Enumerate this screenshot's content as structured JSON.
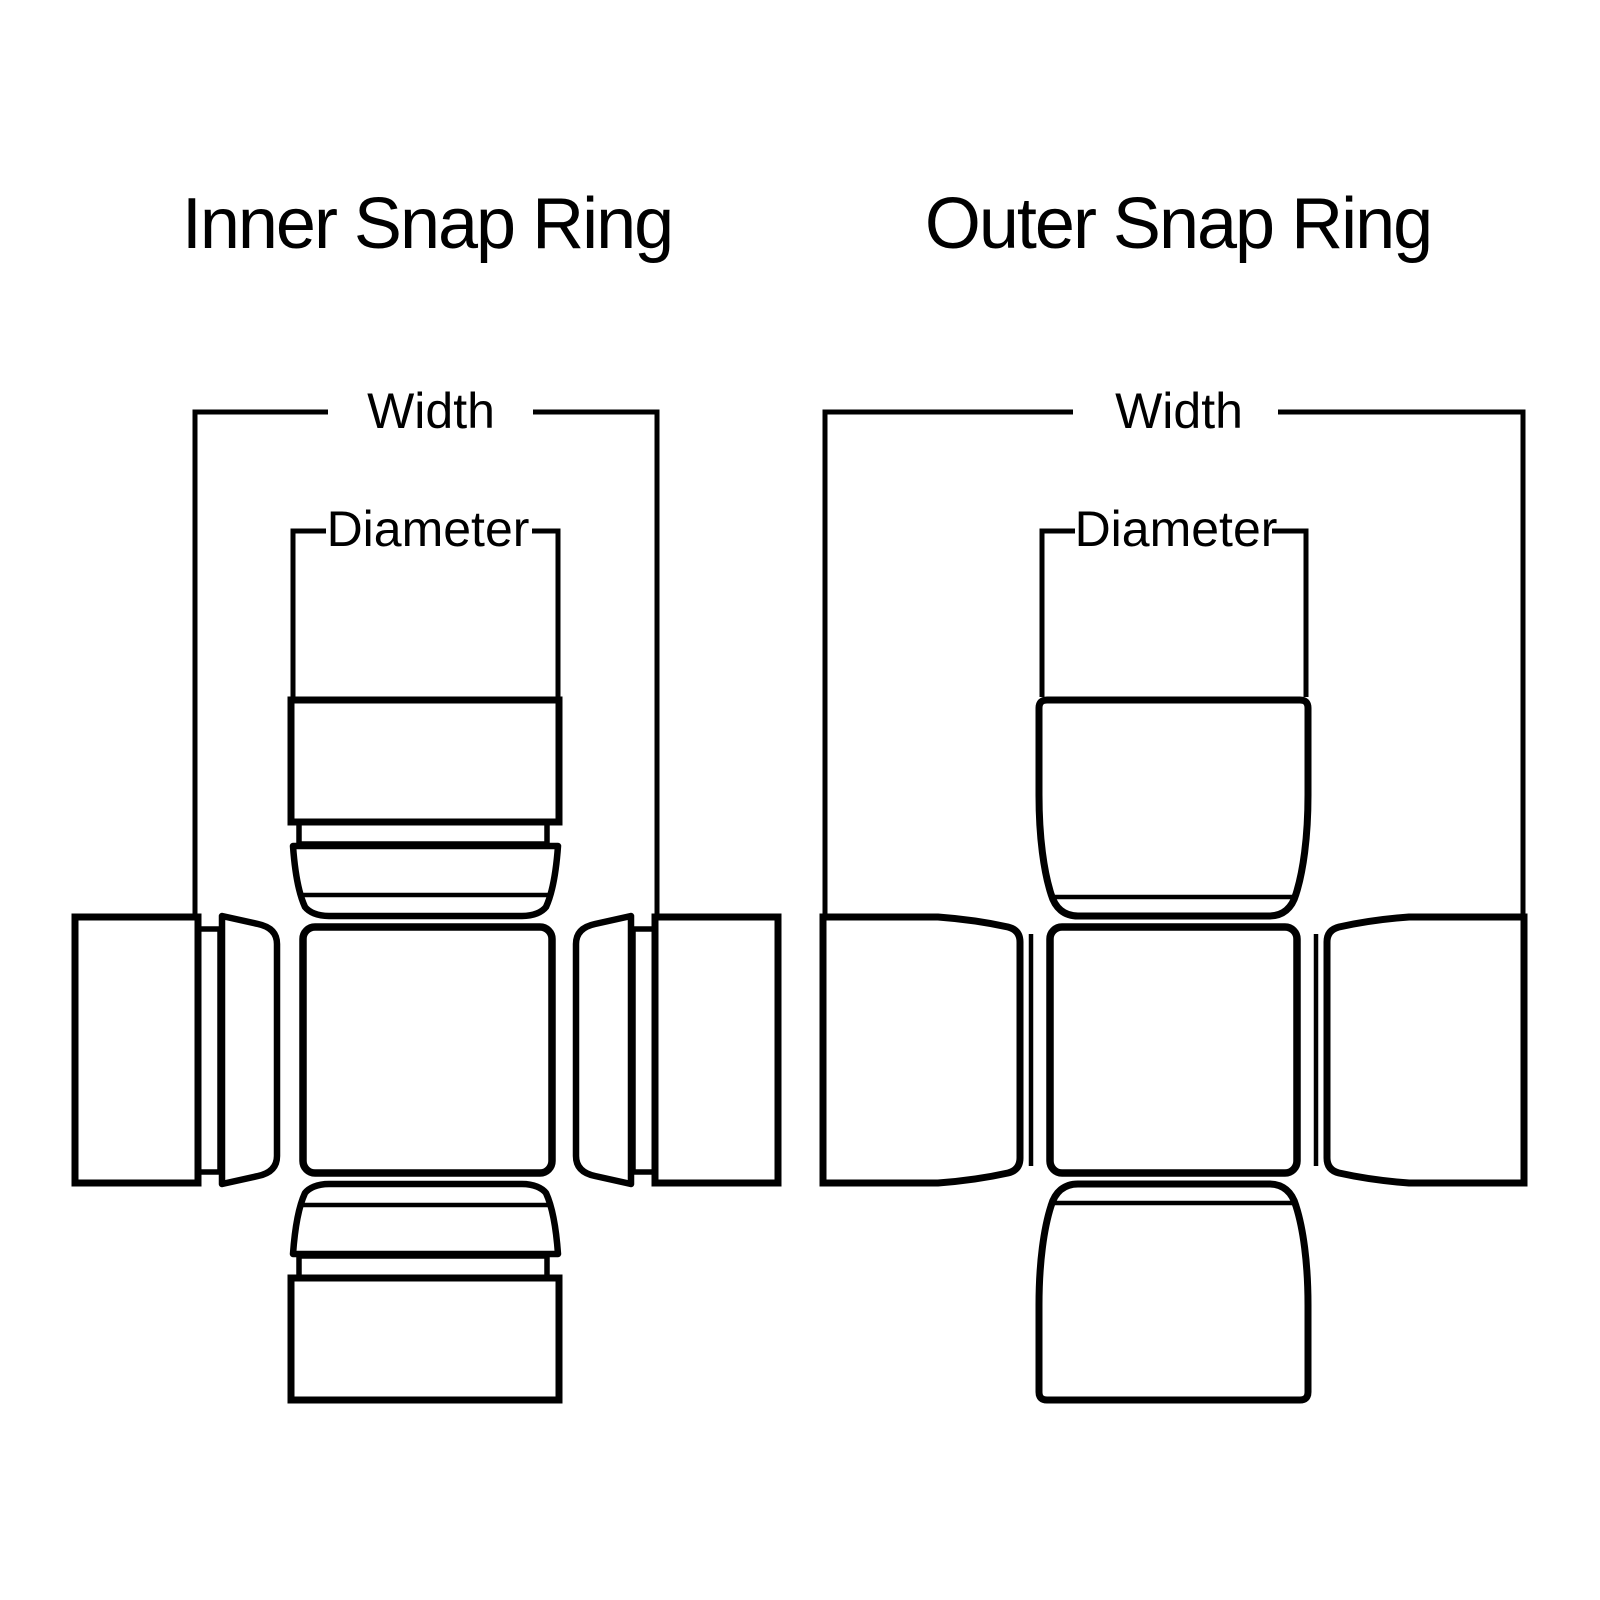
{
  "diagrams": [
    {
      "id": "inner-snap-ring",
      "title": "Inner Snap Ring",
      "labels": {
        "width": "Width",
        "diameter": "Diameter"
      }
    },
    {
      "id": "outer-snap-ring",
      "title": "Outer Snap Ring",
      "labels": {
        "width": "Width",
        "diameter": "Diameter"
      }
    }
  ],
  "colors": {
    "line": "#000000",
    "background": "#ffffff"
  }
}
